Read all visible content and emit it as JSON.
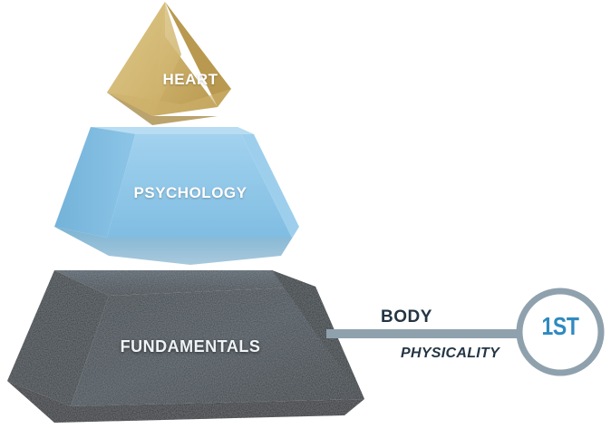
{
  "pyramid": {
    "tiers": [
      {
        "id": "top",
        "label": "HEART",
        "color": "#d9c17e"
      },
      {
        "id": "middle",
        "label": "PSYCHOLOGY",
        "color": "#8fc6e6"
      },
      {
        "id": "base",
        "label": "FUNDAMENTALS",
        "color": "#2d3a44"
      }
    ]
  },
  "connector": {
    "top_label": "BODY",
    "bottom_label": "PHYSICALITY",
    "line_color": "#8fa1ad"
  },
  "badge": {
    "text": "1ST",
    "ring_color": "#8fa1ad",
    "text_color": "#2f8ac0"
  }
}
